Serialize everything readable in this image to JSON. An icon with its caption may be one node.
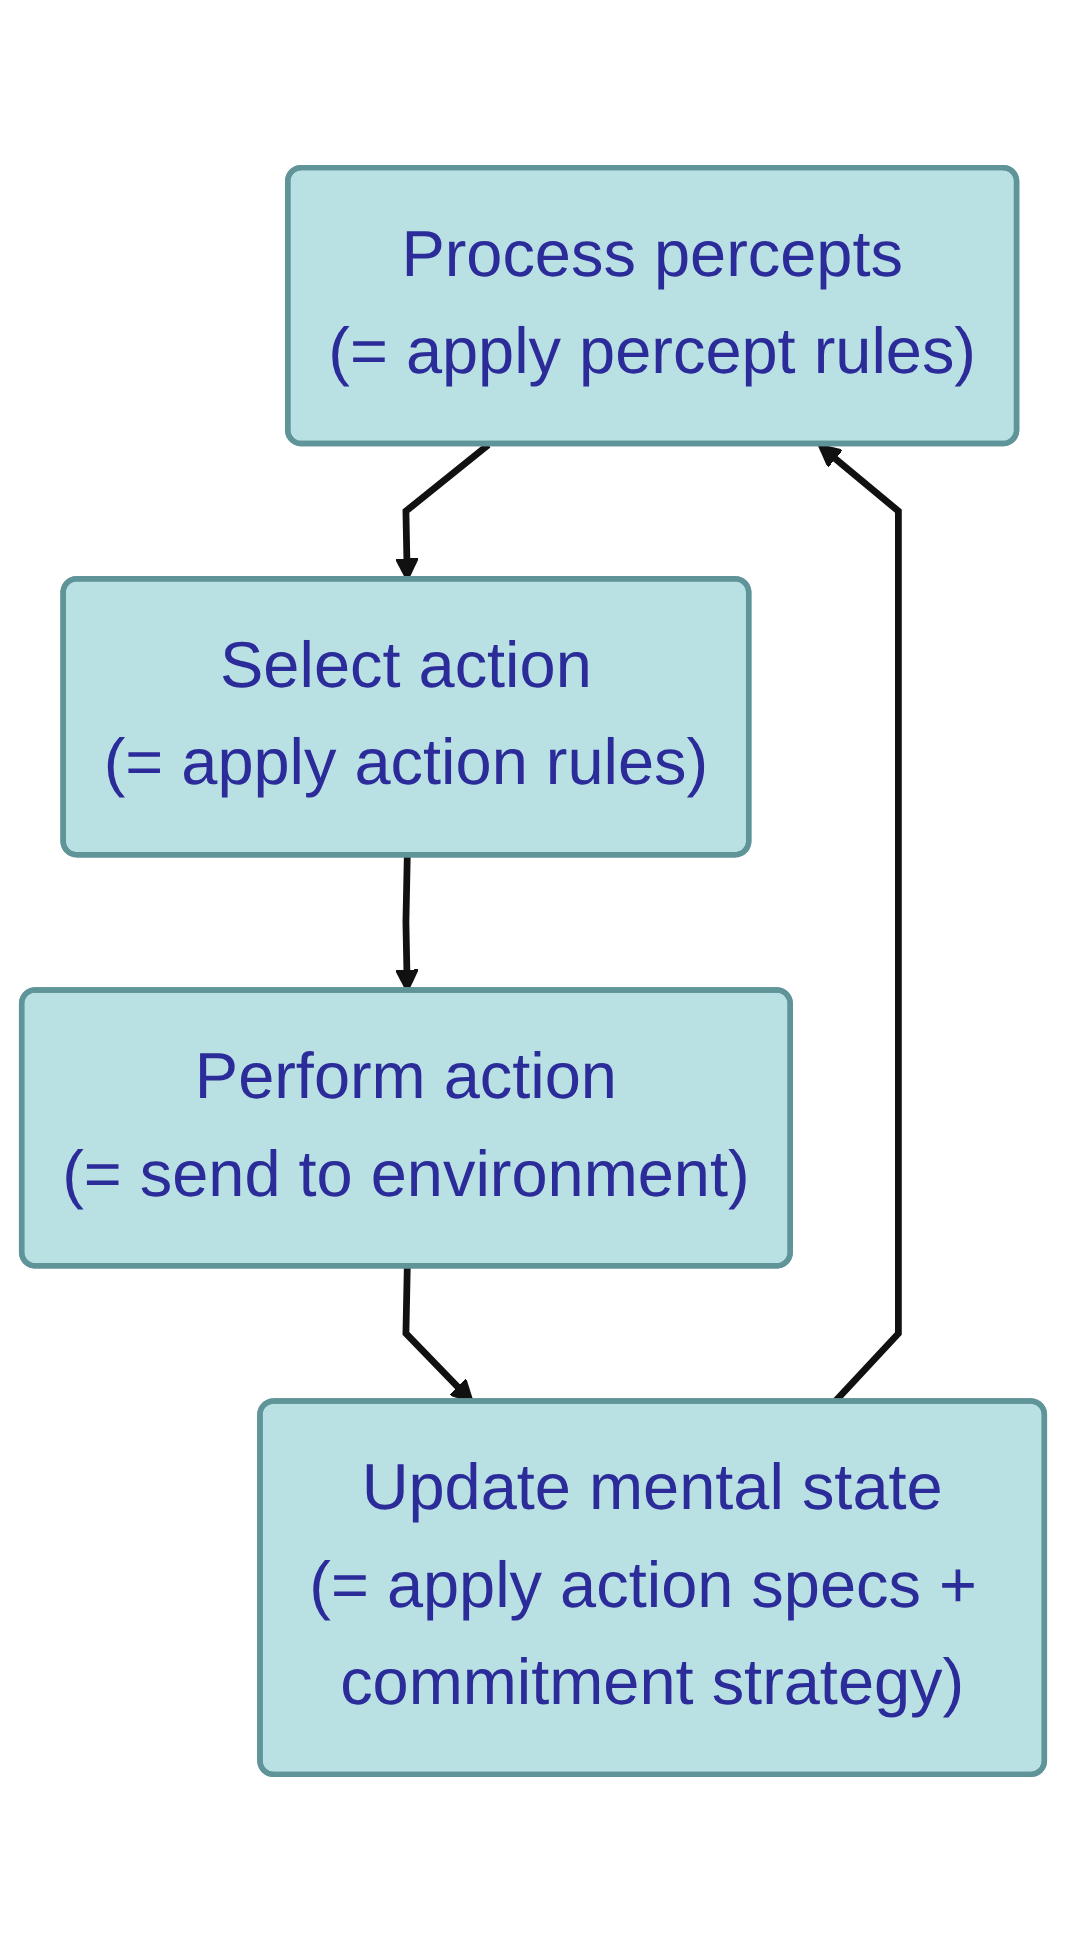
{
  "diagram": {
    "nodes": [
      {
        "text": [
          "Process percepts",
          "(= apply percept rules)"
        ]
      },
      {
        "text": [
          "Select action",
          "(= apply action rules)"
        ]
      },
      {
        "text": [
          "Perform action",
          "(= send to environment)"
        ]
      },
      {
        "text": [
          "Update mental state",
          "(= apply action specs + commitment strategy)"
        ]
      }
    ],
    "edges": [
      {
        "from": 0,
        "to": 1,
        "arrow": "to"
      },
      {
        "from": 1,
        "to": 2,
        "arrow": "to"
      },
      {
        "from": 2,
        "to": 3,
        "arrow": "to"
      },
      {
        "from": 3,
        "to": 0,
        "arrow": "to"
      }
    ]
  }
}
